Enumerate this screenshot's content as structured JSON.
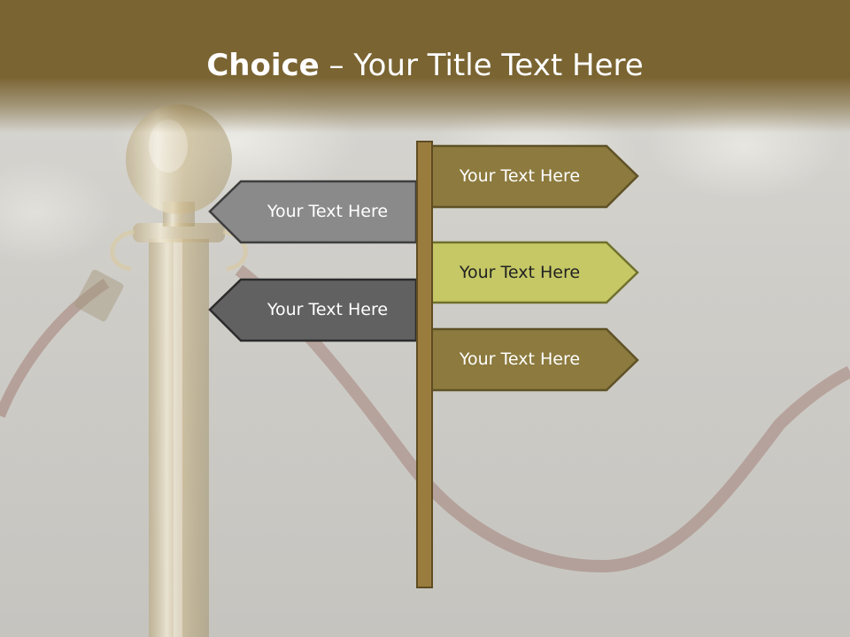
{
  "title": {
    "bold": "Choice",
    "rest": " – Your Title Text Here"
  },
  "signs": [
    {
      "label": "Your Text Here",
      "fill": "#8c7a3e",
      "stroke": "#5f5227",
      "text_color": "#ffffff"
    },
    {
      "label": "Your Text Here",
      "fill": "#c5c865",
      "stroke": "#6f702c",
      "text_color": "#222222"
    },
    {
      "label": "Your Text Here",
      "fill": "#8c7a3e",
      "stroke": "#5f5227",
      "text_color": "#ffffff"
    },
    {
      "label": "Your Text Here",
      "fill": "#8a8a8a",
      "stroke": "#3e3e3e",
      "text_color": "#ffffff"
    },
    {
      "label": "Your Text Here",
      "fill": "#616161",
      "stroke": "#2c2c2c",
      "text_color": "#ffffff"
    }
  ],
  "colors": {
    "header": "#7a6432",
    "post": "#9a7d3e",
    "post_stroke": "#5f4c22"
  }
}
